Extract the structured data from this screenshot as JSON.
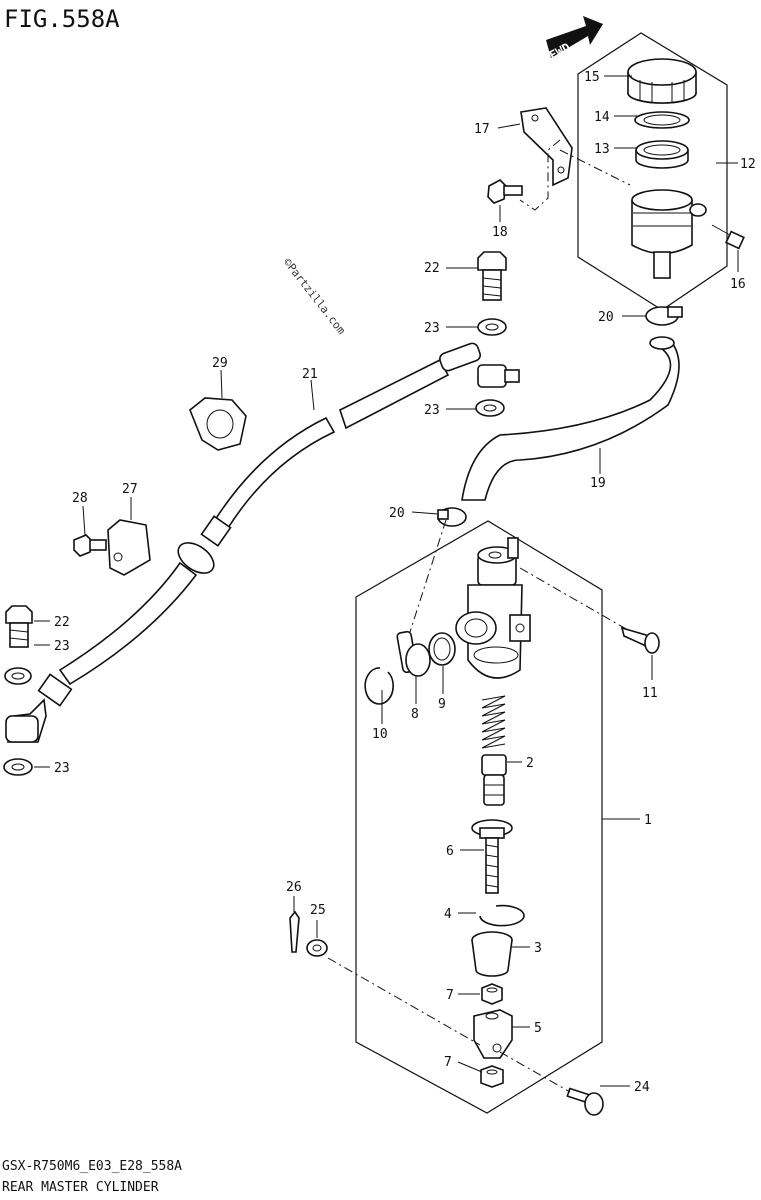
{
  "figure_title": "FIG.558A",
  "fwd_label": "FWD",
  "watermark": "©Partzilla.com",
  "model_code": "GSX-R750M6_E03_E28_558A",
  "caption": "REAR MASTER CYLINDER",
  "callouts": {
    "c1": "1",
    "c2": "2",
    "c3": "3",
    "c4": "4",
    "c5": "5",
    "c6": "6",
    "c7a": "7",
    "c7b": "7",
    "c8": "8",
    "c9": "9",
    "c10": "10",
    "c11": "11",
    "c12": "12",
    "c13": "13",
    "c14": "14",
    "c15": "15",
    "c16": "16",
    "c17": "17",
    "c18": "18",
    "c19": "19",
    "c20a": "20",
    "c20b": "20",
    "c21": "21",
    "c22a": "22",
    "c22b": "22",
    "c23a": "23",
    "c23b": "23",
    "c23c": "23",
    "c23d": "23",
    "c24": "24",
    "c25": "25",
    "c26": "26",
    "c27": "27",
    "c28": "28",
    "c29": "29"
  }
}
